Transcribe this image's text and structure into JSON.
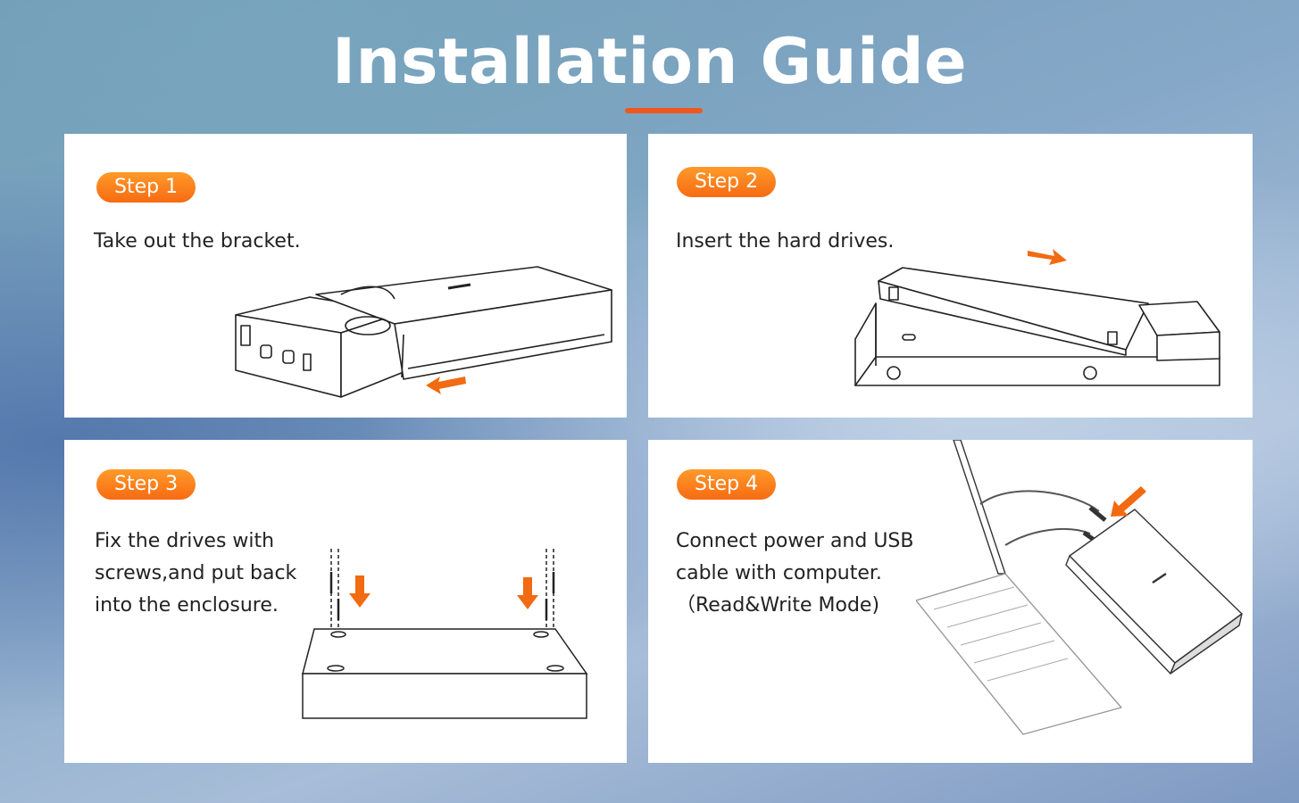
{
  "header": {
    "title": "Installation Guide",
    "accent_color": "#f0571c"
  },
  "steps": [
    {
      "badge": "Step 1",
      "text": "Take out the bracket."
    },
    {
      "badge": "Step 2",
      "text": "Insert the hard drives."
    },
    {
      "badge": "Step 3",
      "text": "Fix the drives with\nscrews,and put back\ninto the enclosure."
    },
    {
      "badge": "Step 4",
      "text": "Connect power and USB\ncable with computer.\n（Read&Write Mode)"
    }
  ],
  "colors": {
    "badge_orange": "#f7771a",
    "arrow_orange": "#f26a12",
    "card_bg": "#ffffff",
    "line_art": "#222222"
  },
  "icons": [
    "arrow-left-icon",
    "arrow-right-icon",
    "arrow-down-icon",
    "arrow-diagonal-icon"
  ]
}
